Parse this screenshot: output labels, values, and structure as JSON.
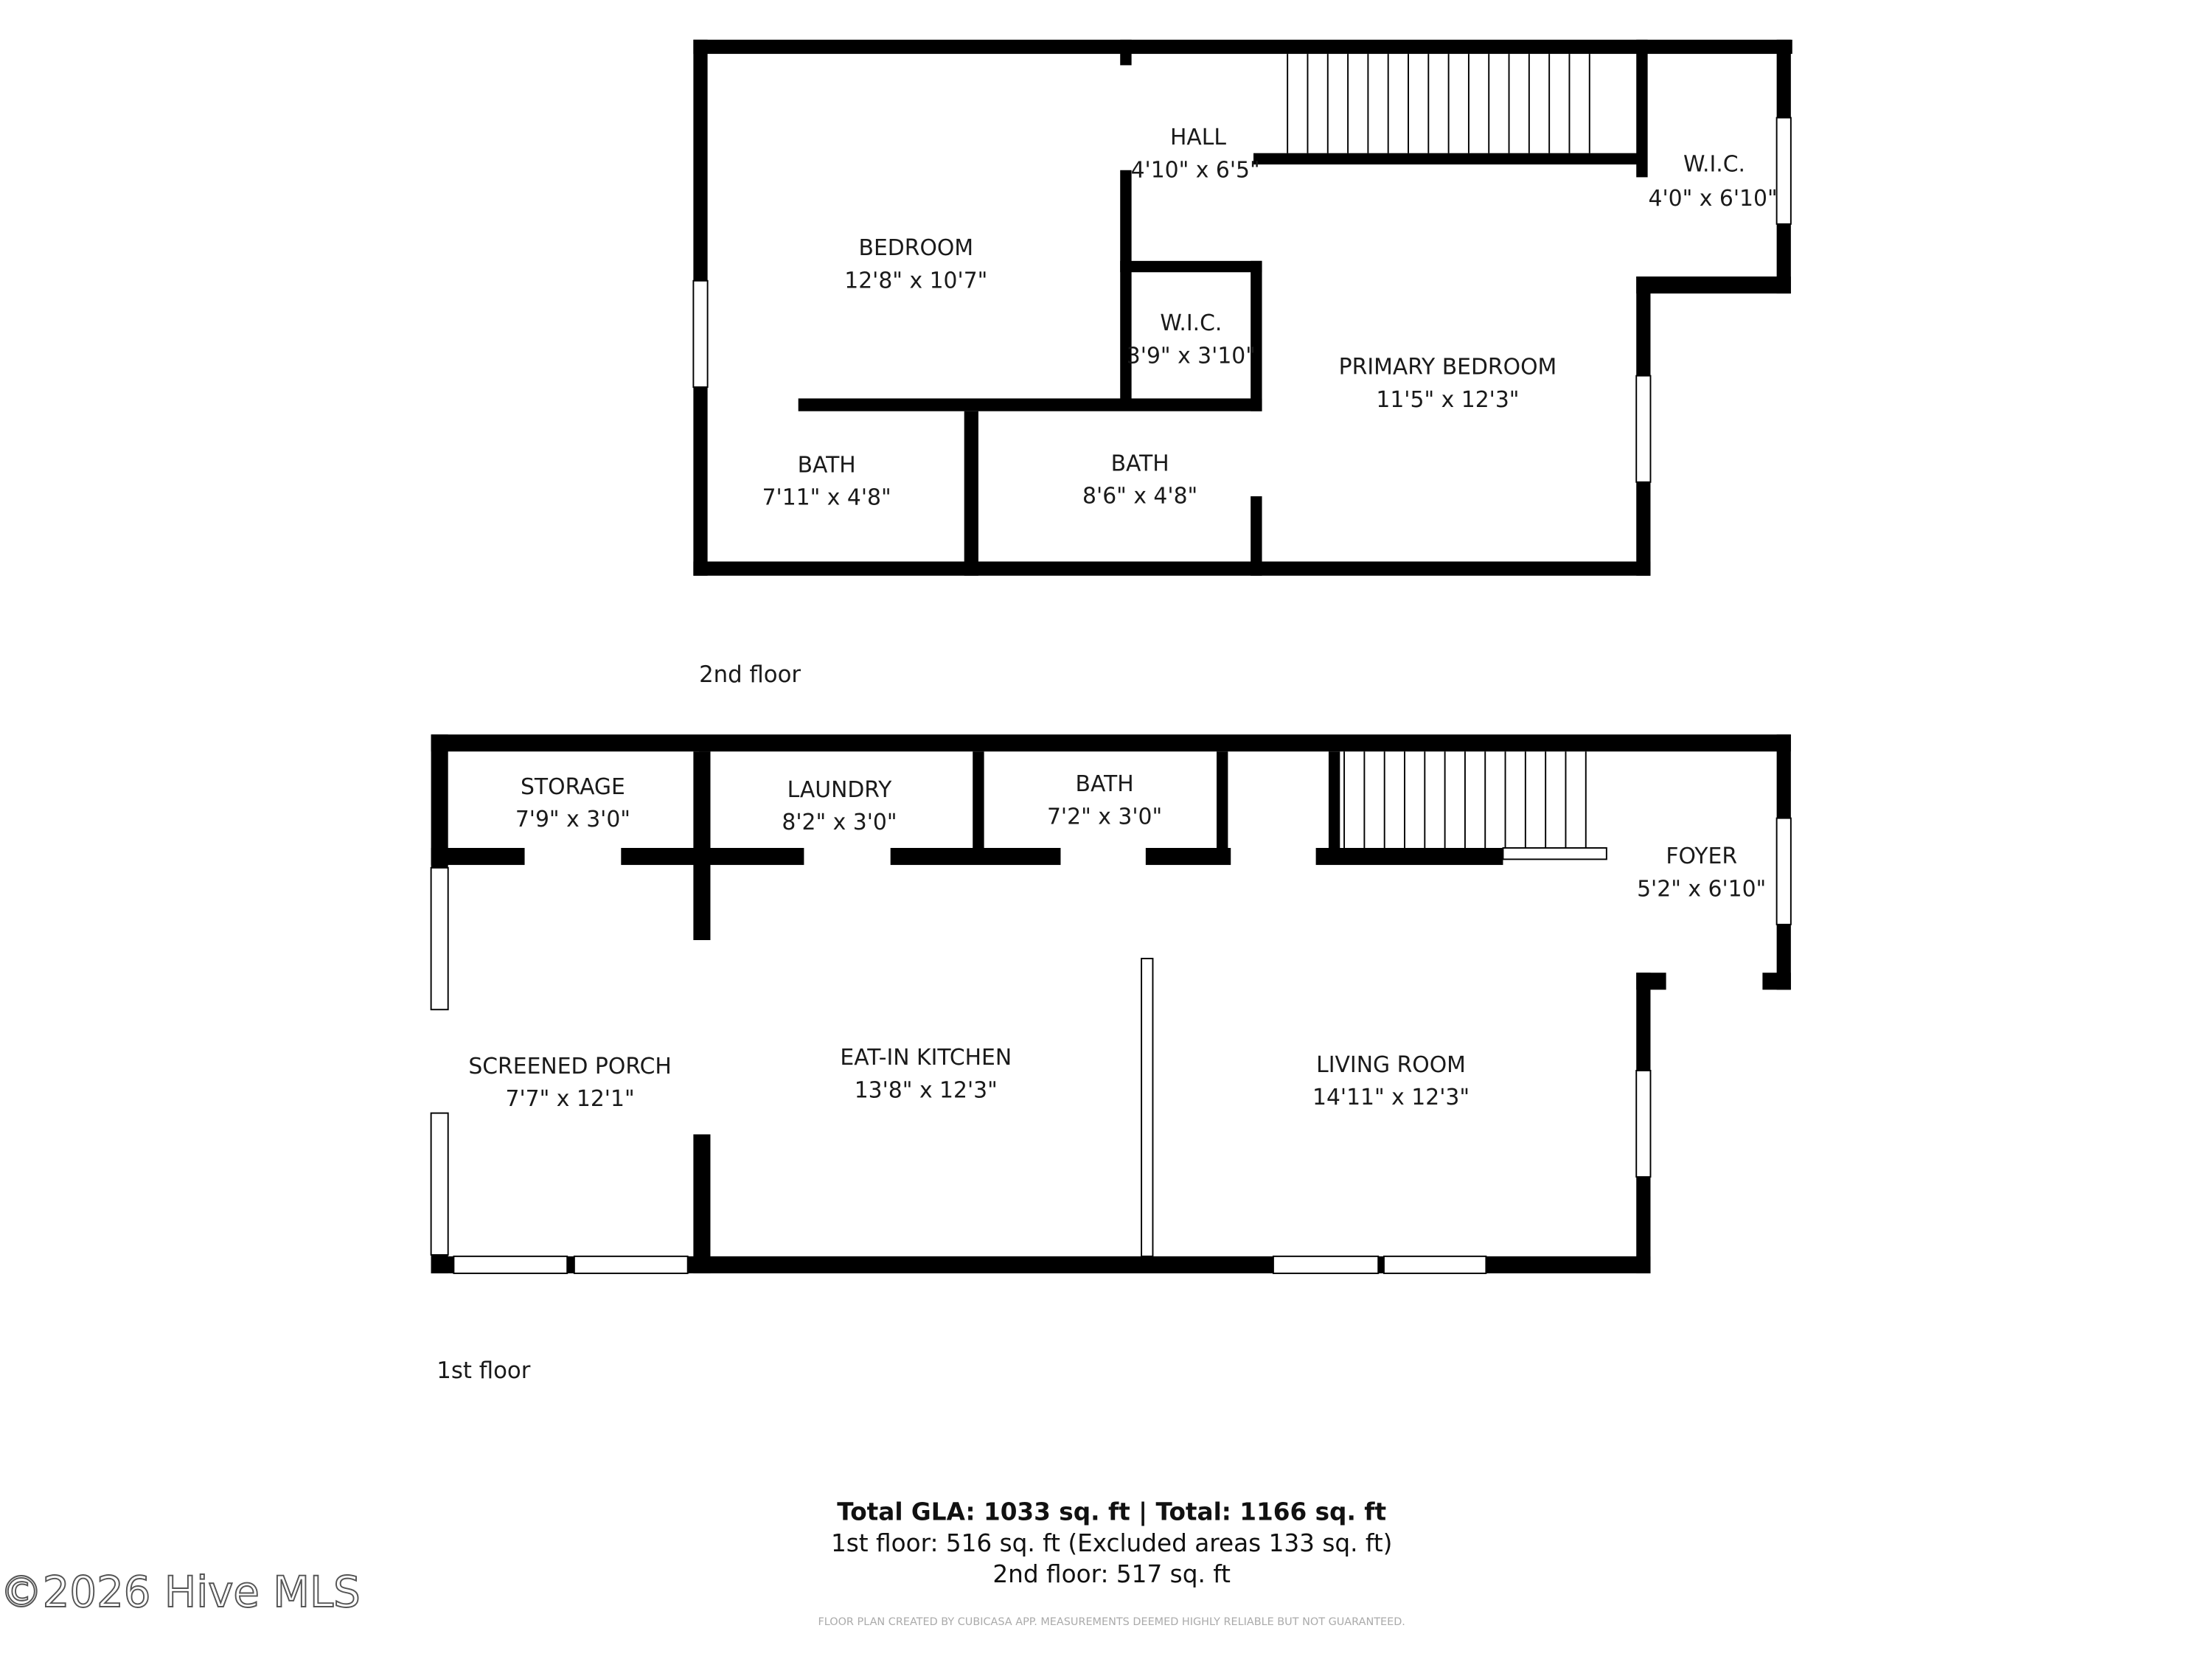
{
  "floors": [
    {
      "label": "2nd floor",
      "rooms": [
        {
          "name": "BEDROOM",
          "size": "12'8\" x 10'7\""
        },
        {
          "name": "HALL",
          "size": "4'10\" x 6'5\""
        },
        {
          "name": "W.I.C.",
          "size": "4'0\" x 6'10\""
        },
        {
          "name": "W.I.C.",
          "size": "3'9\" x 3'10\""
        },
        {
          "name": "PRIMARY BEDROOM",
          "size": "11'5\" x 12'3\""
        },
        {
          "name": "BATH",
          "size": "7'11\" x 4'8\""
        },
        {
          "name": "BATH",
          "size": "8'6\" x 4'8\""
        }
      ]
    },
    {
      "label": "1st floor",
      "rooms": [
        {
          "name": "STORAGE",
          "size": "7'9\" x 3'0\""
        },
        {
          "name": "LAUNDRY",
          "size": "8'2\" x 3'0\""
        },
        {
          "name": "BATH",
          "size": "7'2\" x 3'0\""
        },
        {
          "name": "FOYER",
          "size": "5'2\" x 6'10\""
        },
        {
          "name": "SCREENED PORCH",
          "size": "7'7\" x 12'1\""
        },
        {
          "name": "EAT-IN KITCHEN",
          "size": "13'8\" x 12'3\""
        },
        {
          "name": "LIVING ROOM",
          "size": "14'11\" x 12'3\""
        }
      ]
    }
  ],
  "totals": {
    "line1": "Total GLA: 1033 sq. ft | Total: 1166 sq. ft",
    "line2": "1st floor: 516 sq. ft (Excluded areas 133 sq. ft)",
    "line3": "2nd floor: 517 sq. ft"
  },
  "disclaimer": "FLOOR PLAN CREATED BY CUBICASA APP. MEASUREMENTS DEEMED HIGHLY RELIABLE BUT NOT GUARANTEED.",
  "watermark": "©2026 Hive MLS",
  "colors": {
    "wall": "#000000",
    "background": "#ffffff"
  }
}
